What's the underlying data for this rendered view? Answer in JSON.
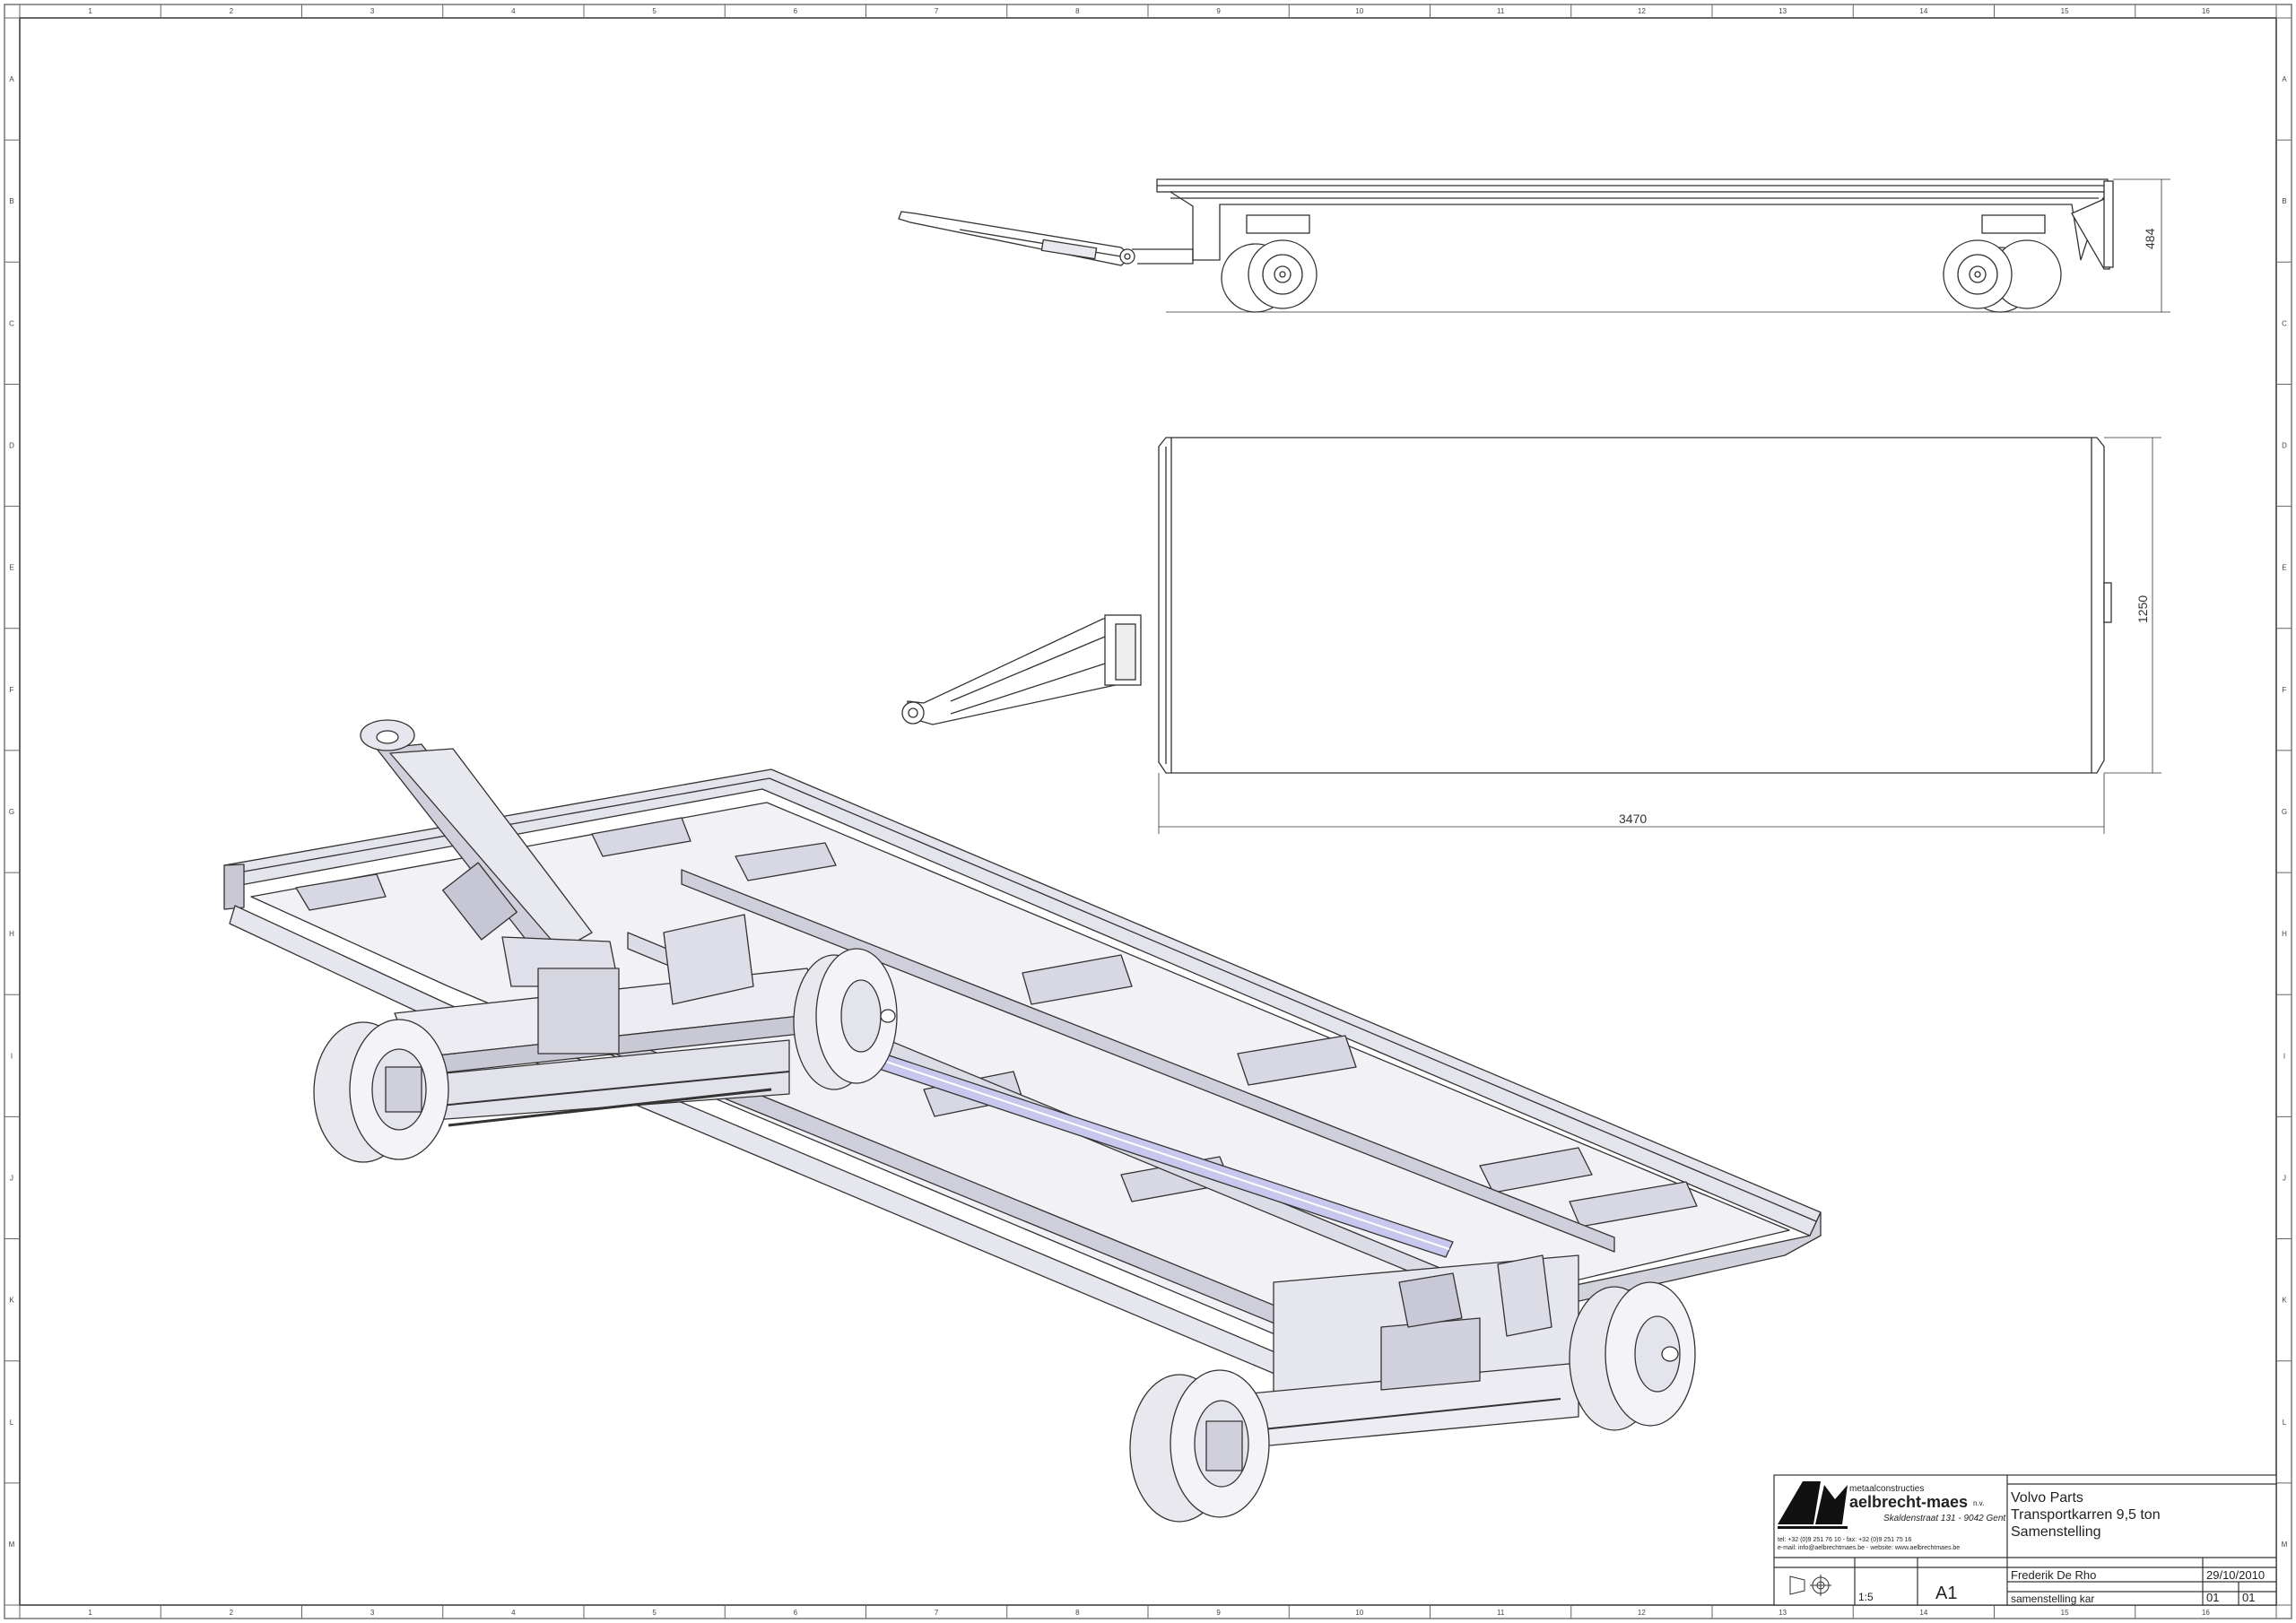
{
  "sheet": {
    "column_labels": [
      "1",
      "2",
      "3",
      "4",
      "5",
      "6",
      "7",
      "8",
      "9",
      "10",
      "11",
      "12",
      "13",
      "14",
      "15",
      "16"
    ],
    "row_labels": [
      "A",
      "B",
      "C",
      "D",
      "E",
      "F",
      "G",
      "H",
      "I",
      "J",
      "K",
      "L",
      "M"
    ]
  },
  "dimensions": {
    "side_height": "484",
    "top_width": "1250",
    "top_length": "3470"
  },
  "title_block": {
    "company_small": "metaalconstructies",
    "company_name": "aelbrecht-maes",
    "company_suffix": "n.v.",
    "company_address": "Skaldenstraat 131 - 9042 Gent",
    "contact_line1": "tel: +32 (0)9 251 76 10 - fax: +32 (0)9 251 75 16",
    "contact_line2": "e-mail: info@aelbrechtmaes.be - website: www.aelbrechtmaes.be",
    "title_line1": "Volvo Parts",
    "title_line2": "Transportkarren 9,5 ton",
    "title_line3": "Samenstelling",
    "drawn_by": "Frederik De Rho",
    "date": "29/10/2010",
    "scale": "1:5",
    "paper_format": "A1",
    "drawing_name": "samenstelling kar",
    "revision": "01",
    "sheet_number": "01"
  },
  "colors": {
    "line": "#333333",
    "shade": "#d4d4de",
    "shade_dark": "#b8b8c8"
  }
}
